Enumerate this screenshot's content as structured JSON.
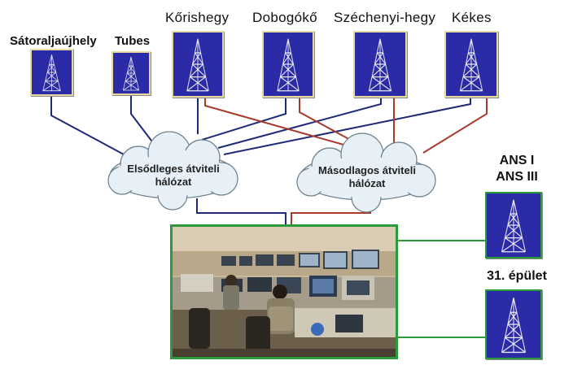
{
  "sites": [
    {
      "id": "satoraljaujhely",
      "label": "Sátoraljaújhely"
    },
    {
      "id": "tubes",
      "label": "Tubes"
    },
    {
      "id": "korishegy",
      "label": "Kőrishegy"
    },
    {
      "id": "dobogoko",
      "label": "Dobogókő"
    },
    {
      "id": "szechenyi",
      "label": "Széchenyi-hegy"
    },
    {
      "id": "kekes",
      "label": "Kékes"
    }
  ],
  "networks": {
    "primary": {
      "line1": "Elsődleges átviteli",
      "line2": "hálózat"
    },
    "secondary": {
      "line1": "Másodlagos átviteli",
      "line2": "hálózat"
    }
  },
  "side_sites": {
    "ans": {
      "line1": "ANS I",
      "line2": "ANS III"
    },
    "building": {
      "label": "31. épület"
    }
  },
  "colors": {
    "primary_link": "#1e2a78",
    "secondary_link": "#a83a2a",
    "local_link": "#2a9a3a",
    "tower_fill": "#2b2ba8",
    "cloud_fill": "#e6f0f6"
  }
}
